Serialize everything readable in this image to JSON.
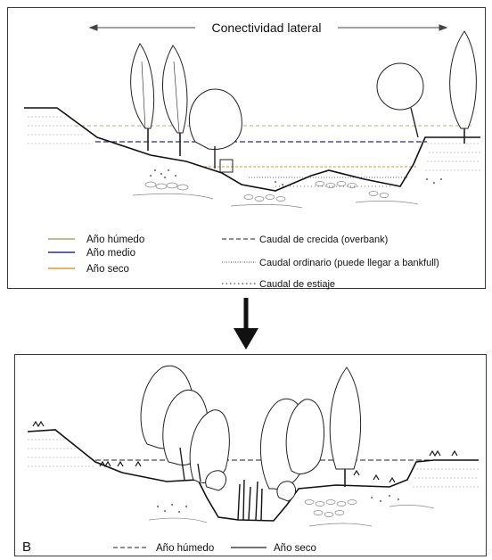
{
  "panel_a": {
    "header": "Conectividad lateral",
    "legend_left": [
      {
        "label": "Año húmedo",
        "color": "#9fae6e"
      },
      {
        "label": "Año medio",
        "color": "#2e2e82"
      },
      {
        "label": "Año seco",
        "color": "#d99a3a"
      }
    ],
    "legend_right": [
      {
        "label": "Caudal de crecida (overbank)",
        "style": "dashed"
      },
      {
        "label": "Caudal ordinario (puede llegar a bankfull)",
        "style": "dotted-fine"
      },
      {
        "label": "Caudal de estiaje",
        "style": "dotted"
      }
    ]
  },
  "panel_b": {
    "letter": "B",
    "legend": [
      {
        "label": "Año húmedo",
        "style": "dashed"
      },
      {
        "label": "Año seco",
        "style": "solid"
      }
    ]
  },
  "arrow": {
    "direction": "down"
  }
}
